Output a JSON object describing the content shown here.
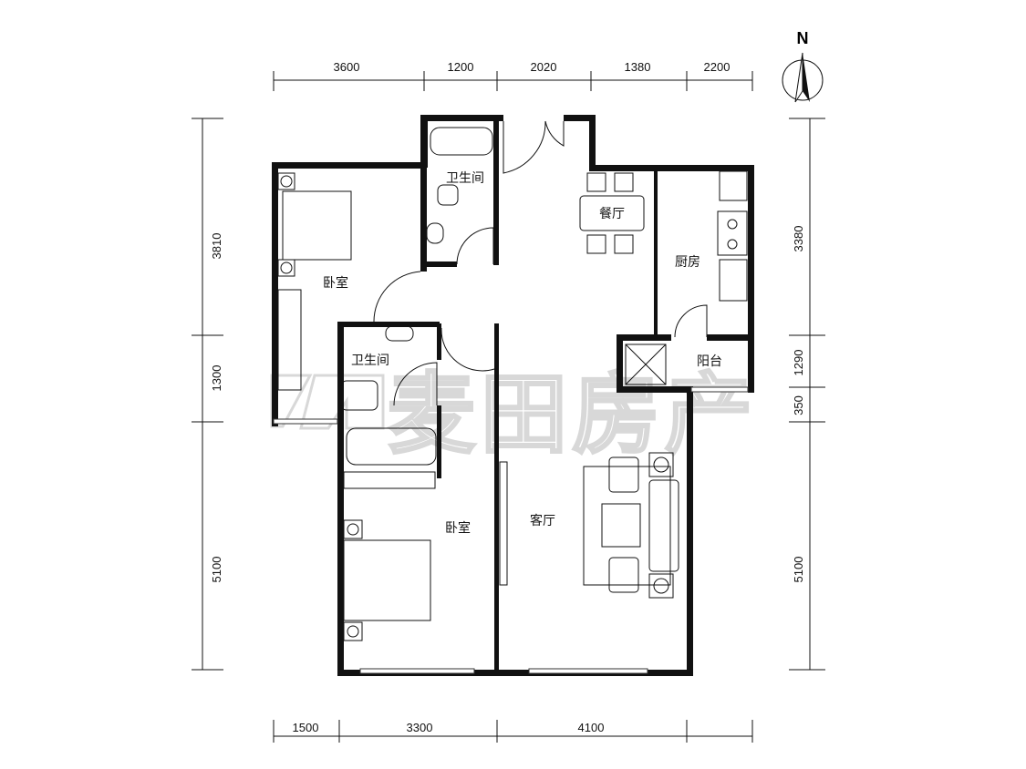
{
  "compass": {
    "label": "N"
  },
  "dimensions": {
    "top": [
      "3600",
      "1200",
      "2020",
      "1380",
      "2200"
    ],
    "bottom": [
      "1500",
      "3300",
      "4100"
    ],
    "left": [
      "3810",
      "1300",
      "5100"
    ],
    "right": [
      "3380",
      "1290",
      "350",
      "5100"
    ]
  },
  "rooms": {
    "bedroom_master": "卧室",
    "bathroom_upper": "卫生间",
    "dining": "餐厅",
    "kitchen": "厨房",
    "bathroom_lower": "卫生间",
    "balcony": "阳台",
    "bedroom_second": "卧室",
    "living": "客厅"
  },
  "watermark": "麦田房产"
}
